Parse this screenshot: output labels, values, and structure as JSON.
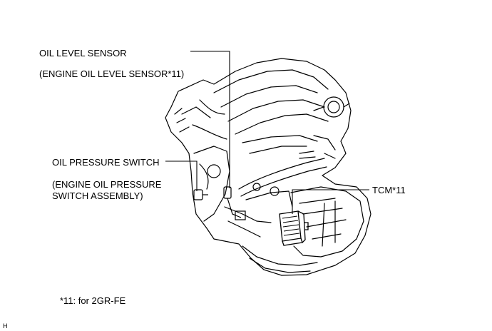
{
  "labels": {
    "oil_level_sensor": "OIL LEVEL SENSOR",
    "oil_level_sensor_alt": "(ENGINE OIL LEVEL SENSOR*11)",
    "oil_pressure_switch": "OIL PRESSURE SWITCH",
    "oil_pressure_switch_alt_line1": "(ENGINE OIL PRESSURE",
    "oil_pressure_switch_alt_line2": "SWITCH ASSEMBLY)",
    "tcm": "TCM*11"
  },
  "footnote": "*11: for 2GR-FE",
  "corner_mark": "H"
}
